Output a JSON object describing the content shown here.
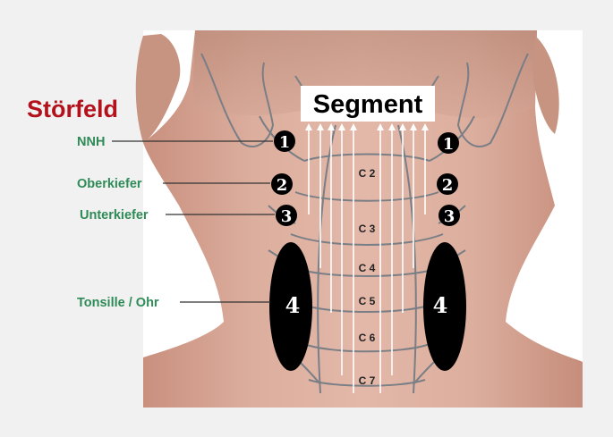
{
  "heading": "Störfeld",
  "segment_label": "Segment",
  "fields": [
    {
      "label": "NNH",
      "number": "1"
    },
    {
      "label": "Oberkiefer",
      "number": "2"
    },
    {
      "label": "Unterkiefer",
      "number": "3"
    },
    {
      "label": "Tonsille / Ohr",
      "number": "4"
    }
  ],
  "vertebrae": [
    "C 2",
    "C 3",
    "C 4",
    "C 5",
    "C 6",
    "C 7"
  ],
  "colors": {
    "heading": "#b3121c",
    "labels": "#2e8b57",
    "skin": "#d6a898",
    "markers": "#000000",
    "arrows": "#ffffff"
  }
}
